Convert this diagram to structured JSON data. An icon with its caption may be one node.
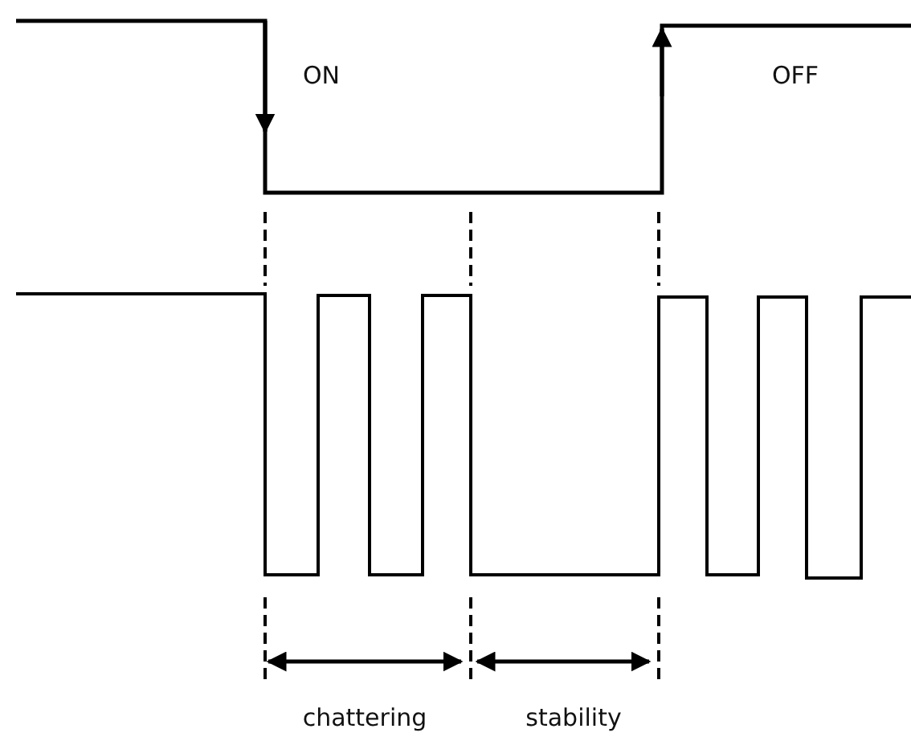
{
  "diagram": {
    "labels": [
      "ON",
      "OFF",
      "chattering",
      "stability"
    ]
  }
}
